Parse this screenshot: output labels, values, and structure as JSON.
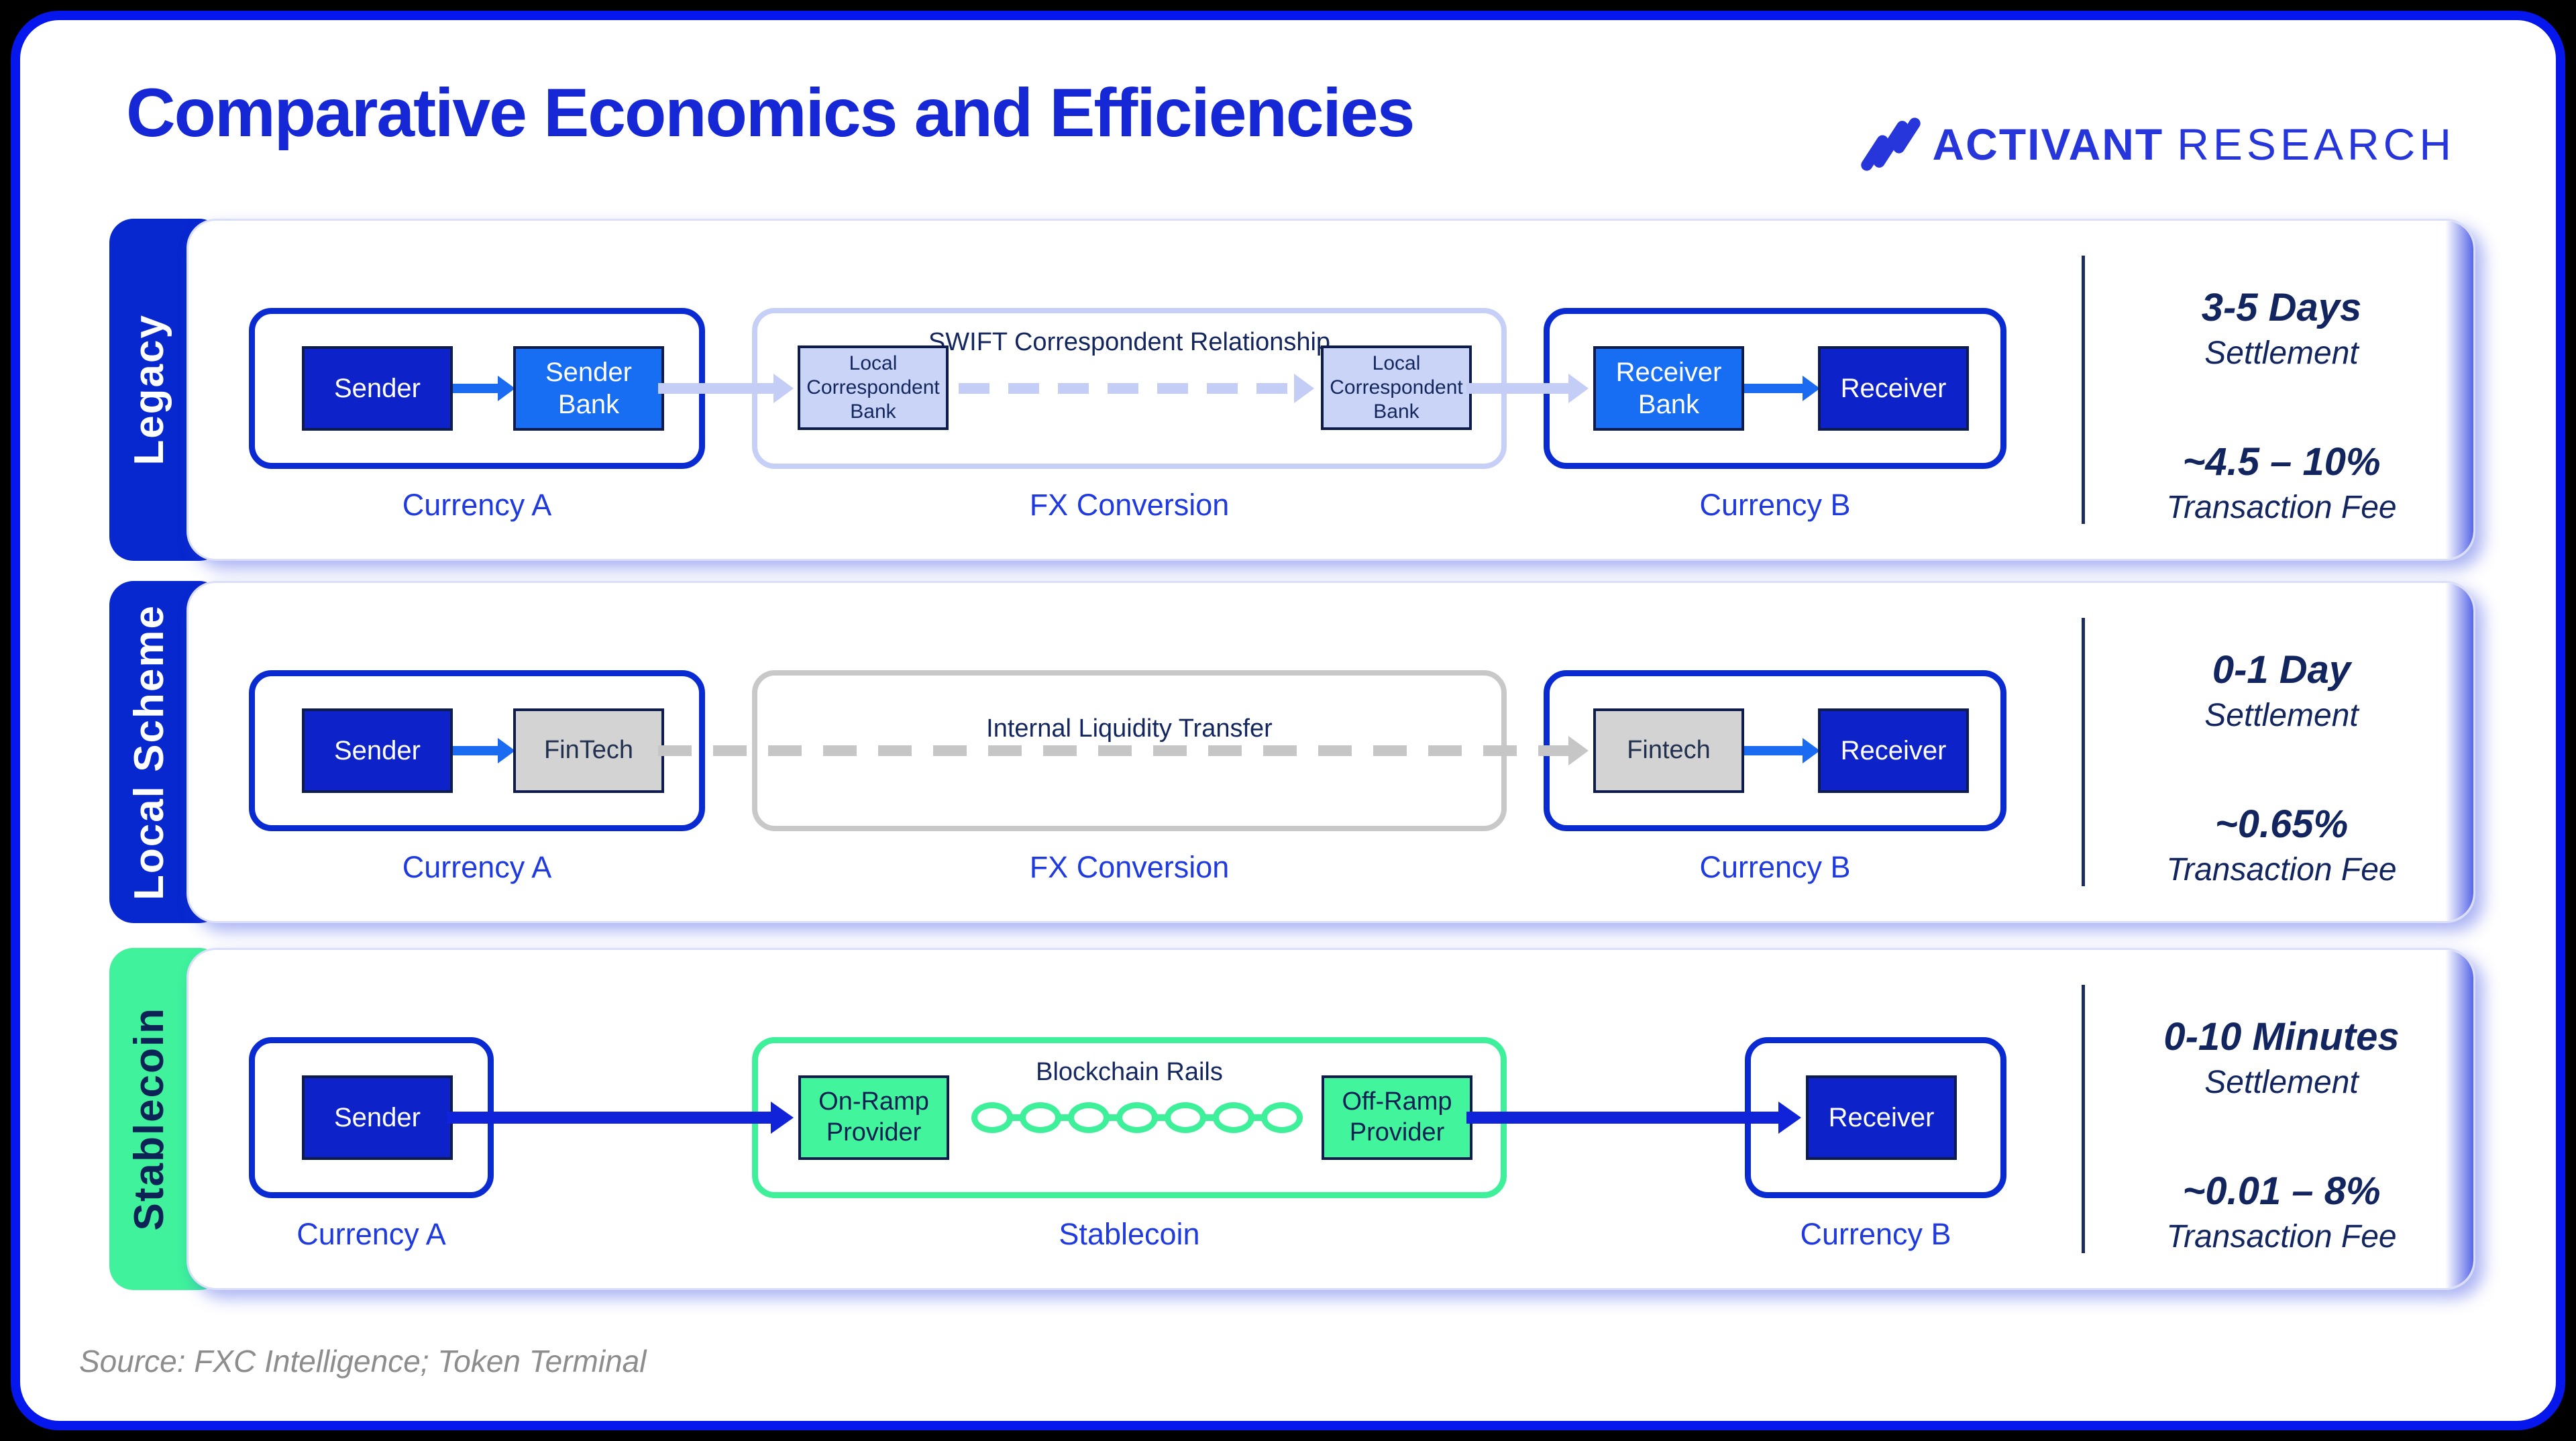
{
  "page": {
    "title": "Comparative Economics and Efficiencies",
    "source": "Source: FXC Intelligence; Token Terminal"
  },
  "logo": {
    "brand": "ACTIVANT",
    "suffix": "RESEARCH"
  },
  "colors": {
    "frame_blue": "#0617ee",
    "title_blue": "#1628d6",
    "tab_blue": "#0728cf",
    "tab_green": "#3ff29b",
    "box_navy": "#0d22c8",
    "box_bright_blue": "#176ef2",
    "box_lavender": "#cad4f6",
    "box_gray": "#d3d3d3",
    "box_green": "#42f59c",
    "label_blue": "#1f3ade",
    "stats_navy": "#12255e",
    "source_gray": "#8d8d8d"
  },
  "rows": [
    {
      "tab": "Legacy",
      "group_a": {
        "label": "Currency A",
        "boxes": [
          "Sender",
          "Sender Bank"
        ]
      },
      "group_mid": {
        "label": "FX Conversion",
        "annotation": "SWIFT Correspondent Relationship",
        "boxes": [
          "Local Correspondent Bank",
          "Local Correspondent Bank"
        ]
      },
      "group_b": {
        "label": "Currency B",
        "boxes": [
          "Receiver Bank",
          "Receiver"
        ]
      },
      "stats": {
        "settlement_value": "3-5 Days",
        "settlement_label": "Settlement",
        "fee_value": "~4.5 – 10%",
        "fee_label": "Transaction Fee"
      }
    },
    {
      "tab": "Local Scheme",
      "group_a": {
        "label": "Currency A",
        "boxes": [
          "Sender",
          "FinTech"
        ]
      },
      "group_mid": {
        "label": "FX Conversion",
        "annotation": "Internal Liquidity Transfer"
      },
      "group_b": {
        "label": "Currency B",
        "boxes": [
          "Fintech",
          "Receiver"
        ]
      },
      "stats": {
        "settlement_value": "0-1 Day",
        "settlement_label": "Settlement",
        "fee_value": "~0.65%",
        "fee_label": "Transaction Fee"
      }
    },
    {
      "tab": "Stablecoin",
      "group_a": {
        "label": "Currency A",
        "boxes": [
          "Sender"
        ]
      },
      "group_mid": {
        "label": "Stablecoin",
        "annotation": "Blockchain Rails",
        "boxes": [
          "On-Ramp Provider",
          "Off-Ramp Provider"
        ]
      },
      "group_b": {
        "label": "Currency B",
        "boxes": [
          "Receiver"
        ]
      },
      "stats": {
        "settlement_value": "0-10 Minutes",
        "settlement_label": "Settlement",
        "fee_value": "~0.01 – 8%",
        "fee_label": "Transaction Fee"
      }
    }
  ]
}
